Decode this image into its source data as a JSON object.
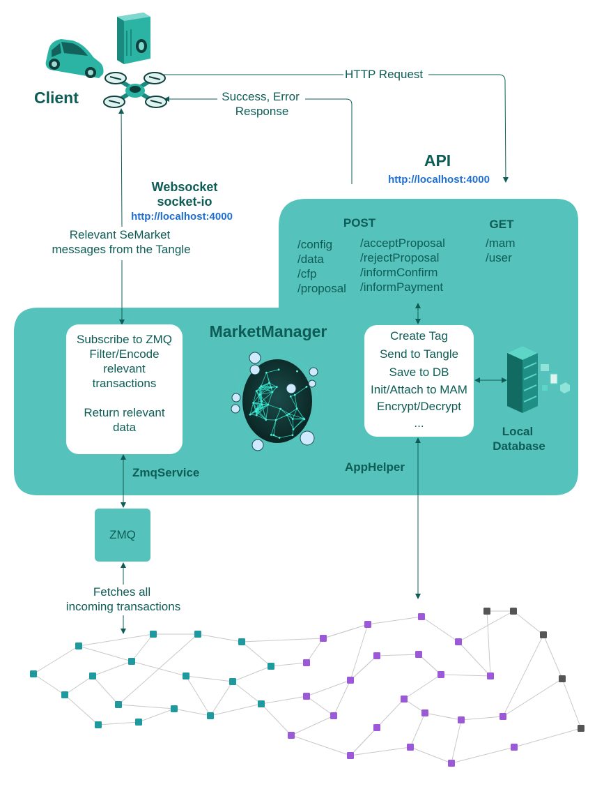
{
  "client": {
    "label": "Client",
    "icons": [
      "car-icon",
      "washing-machine-icon",
      "drone-icon"
    ]
  },
  "http": {
    "request_label": "HTTP Request",
    "response_label_line1": "Success, Error",
    "response_label_line2": "Response"
  },
  "api": {
    "title": "API",
    "url": "http://localhost:4000",
    "post_title": "POST",
    "get_title": "GET",
    "post_col1": [
      "/config",
      "/data",
      "/cfp",
      "/proposal"
    ],
    "post_col2": [
      "/acceptProposal",
      "/rejectProposal",
      "/informConfirm",
      "/informPayment"
    ],
    "get_col": [
      "/mam",
      "/user"
    ]
  },
  "websocket": {
    "title_line1": "Websocket",
    "title_line2": "socket-io",
    "url": "http://localhost:4000",
    "messages_line1": "Relevant SeMarket",
    "messages_line2": "messages from the Tangle"
  },
  "market_manager": {
    "title": "MarketManager",
    "icon": "globe-network-icon"
  },
  "zmq_service": {
    "label": "ZmqService",
    "lines": [
      "Subscribe to ZMQ",
      "Filter/Encode",
      "relevant",
      "transactions",
      "",
      "Return relevant",
      "data"
    ]
  },
  "app_helper": {
    "label": "AppHelper",
    "lines": [
      "Create Tag",
      "Send to Tangle",
      "Save to DB",
      "Init/Attach to MAM",
      "Encrypt/Decrypt",
      "..."
    ]
  },
  "local_db": {
    "label_line1": "Local",
    "label_line2": "Database",
    "icon": "database-server-icon"
  },
  "zmq": {
    "label": "ZMQ",
    "fetch_line1": "Fetches all",
    "fetch_line2": "incoming transactions"
  },
  "colors": {
    "panel": "#56c2bc",
    "text_dark": "#0d5c55",
    "link_blue": "#1f6fd1",
    "node_teal": "#1e9a9f",
    "node_purple": "#9b59d9",
    "node_gray": "#555555",
    "edge": "#c8c8c8"
  }
}
